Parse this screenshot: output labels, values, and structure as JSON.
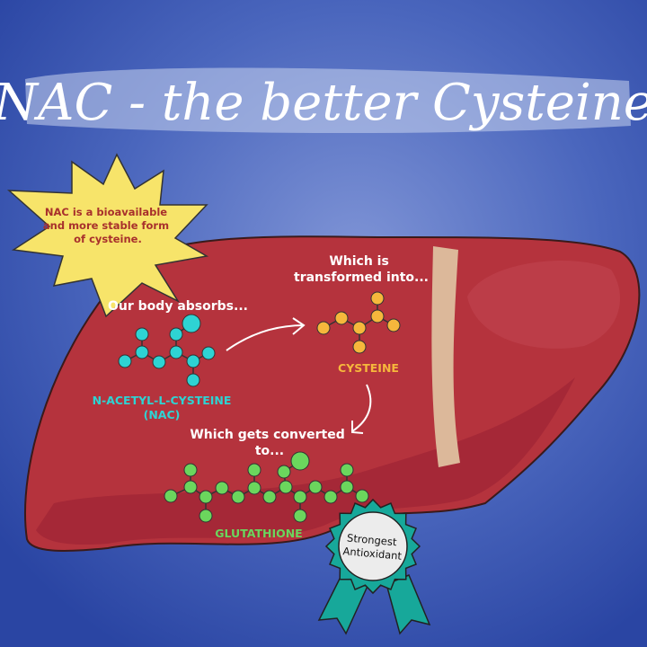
{
  "title": "NAC - the better Cysteine",
  "starburst": {
    "lines": [
      "NAC is a bioavailable",
      "and more stable form",
      "of cysteine."
    ]
  },
  "steps": {
    "absorbs": "Our body absorbs...",
    "transformed": [
      "Which is",
      "transformed into..."
    ],
    "converted": [
      "Which gets converted",
      "to..."
    ]
  },
  "molecules": {
    "nac": {
      "name": "N-ACETYL-L-CYSTEINE",
      "abbr": "(NAC)",
      "color": "#2ed3d3"
    },
    "cysteine": {
      "name": "CYSTEINE",
      "color": "#f6b73c"
    },
    "glutathione": {
      "name": "GLUTATHIONE",
      "color": "#6bd65d"
    }
  },
  "badge": {
    "lines": [
      "Strongest",
      "Antioxidant"
    ],
    "color": "#17a89a"
  },
  "colors": {
    "background": "#2d4ba6",
    "liver": "#b5333d",
    "star": "#f7e46a",
    "star_text": "#a8302c"
  }
}
